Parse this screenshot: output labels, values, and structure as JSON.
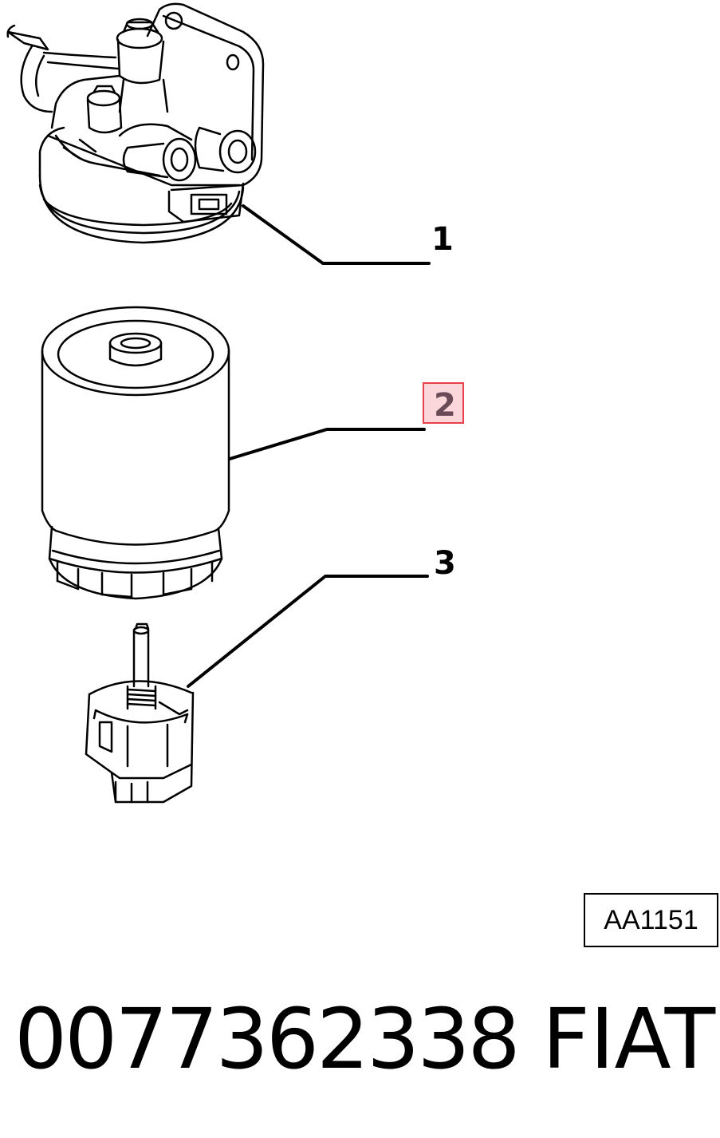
{
  "diagram": {
    "callouts": [
      {
        "number": "1",
        "highlighted": false
      },
      {
        "number": "2",
        "highlighted": true
      },
      {
        "number": "3",
        "highlighted": false
      }
    ],
    "reference_code": "AA1151",
    "part_number": "0077362338",
    "brand": "FIAT",
    "colors": {
      "ink": "#000000",
      "highlight_border": "#e8414a",
      "highlight_fill": "#fbd7dc",
      "highlight_text": "#6b4a57"
    }
  }
}
